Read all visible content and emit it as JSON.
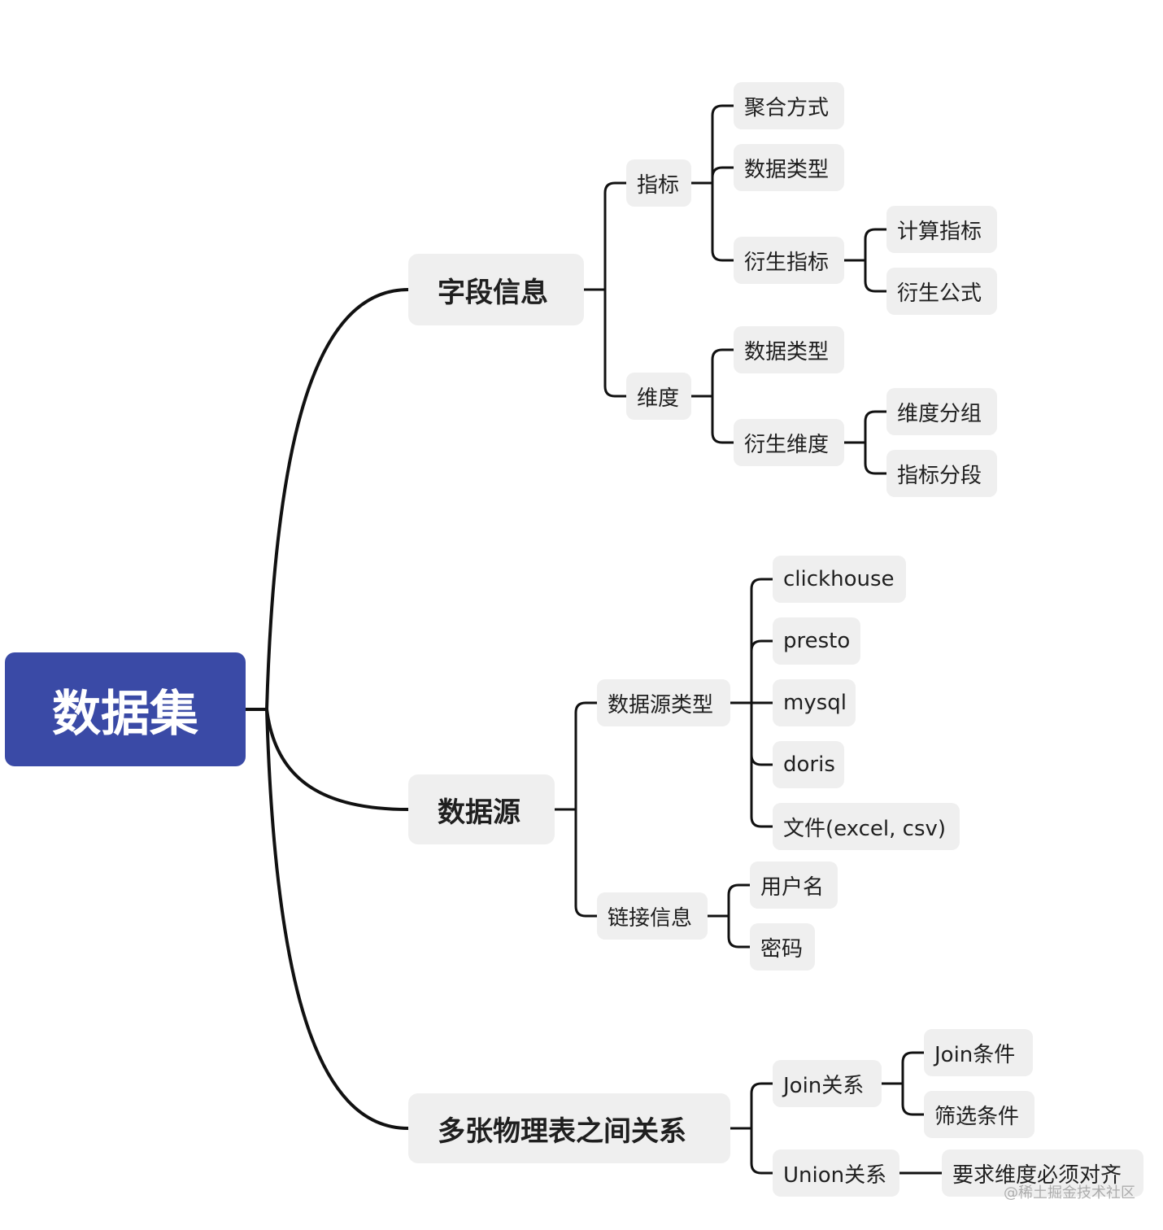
{
  "mindmap": {
    "root": "数据集",
    "branches": [
      {
        "label": "字段信息",
        "children": [
          {
            "label": "指标",
            "children": [
              {
                "label": "聚合方式"
              },
              {
                "label": "数据类型"
              },
              {
                "label": "衍生指标",
                "children": [
                  {
                    "label": "计算指标"
                  },
                  {
                    "label": "衍生公式"
                  }
                ]
              }
            ]
          },
          {
            "label": "维度",
            "children": [
              {
                "label": "数据类型"
              },
              {
                "label": "衍生维度",
                "children": [
                  {
                    "label": "维度分组"
                  },
                  {
                    "label": "指标分段"
                  }
                ]
              }
            ]
          }
        ]
      },
      {
        "label": "数据源",
        "children": [
          {
            "label": "数据源类型",
            "children": [
              {
                "label": "clickhouse"
              },
              {
                "label": "presto"
              },
              {
                "label": "mysql"
              },
              {
                "label": "doris"
              },
              {
                "label": "文件(excel, csv)"
              }
            ]
          },
          {
            "label": "链接信息",
            "children": [
              {
                "label": "用户名"
              },
              {
                "label": "密码"
              }
            ]
          }
        ]
      },
      {
        "label": "多张物理表之间关系",
        "children": [
          {
            "label": "Join关系",
            "children": [
              {
                "label": "Join条件"
              },
              {
                "label": "筛选条件"
              }
            ]
          },
          {
            "label": "Union关系",
            "children": [
              {
                "label": "要求维度必须对齐"
              }
            ]
          }
        ]
      }
    ]
  },
  "watermark": "@稀土掘金技术社区",
  "colors": {
    "root_fill": "#3a4aa6",
    "node_fill": "#efefef",
    "line": "#111111"
  }
}
